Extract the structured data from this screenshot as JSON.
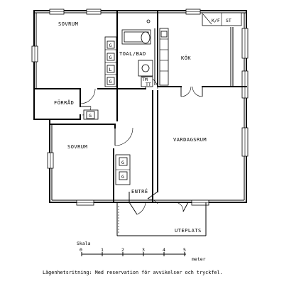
{
  "rooms": {
    "sovrum_top": "SOVRUM",
    "toalbad": "TOAL/BAD",
    "kok": "KÖK",
    "forrad": "FÖRRÅD",
    "sovrum_bottom": "SOVRUM",
    "vardagsrum": "VARDAGSRUM",
    "entre": "ENTRÉ",
    "uteplats": "UTEPLATS"
  },
  "fixtures": {
    "wardrobe": "G",
    "linen": "L",
    "kf": "K/F",
    "st": "ST",
    "tm": "TM",
    "tt": "TT"
  },
  "scale": {
    "title": "Skala",
    "ticks": [
      "0",
      "1",
      "2",
      "3",
      "4",
      "5"
    ],
    "unit": "meter"
  },
  "caption": "Lägenhetsritning: Med reservation för avvikelser och tryckfel."
}
